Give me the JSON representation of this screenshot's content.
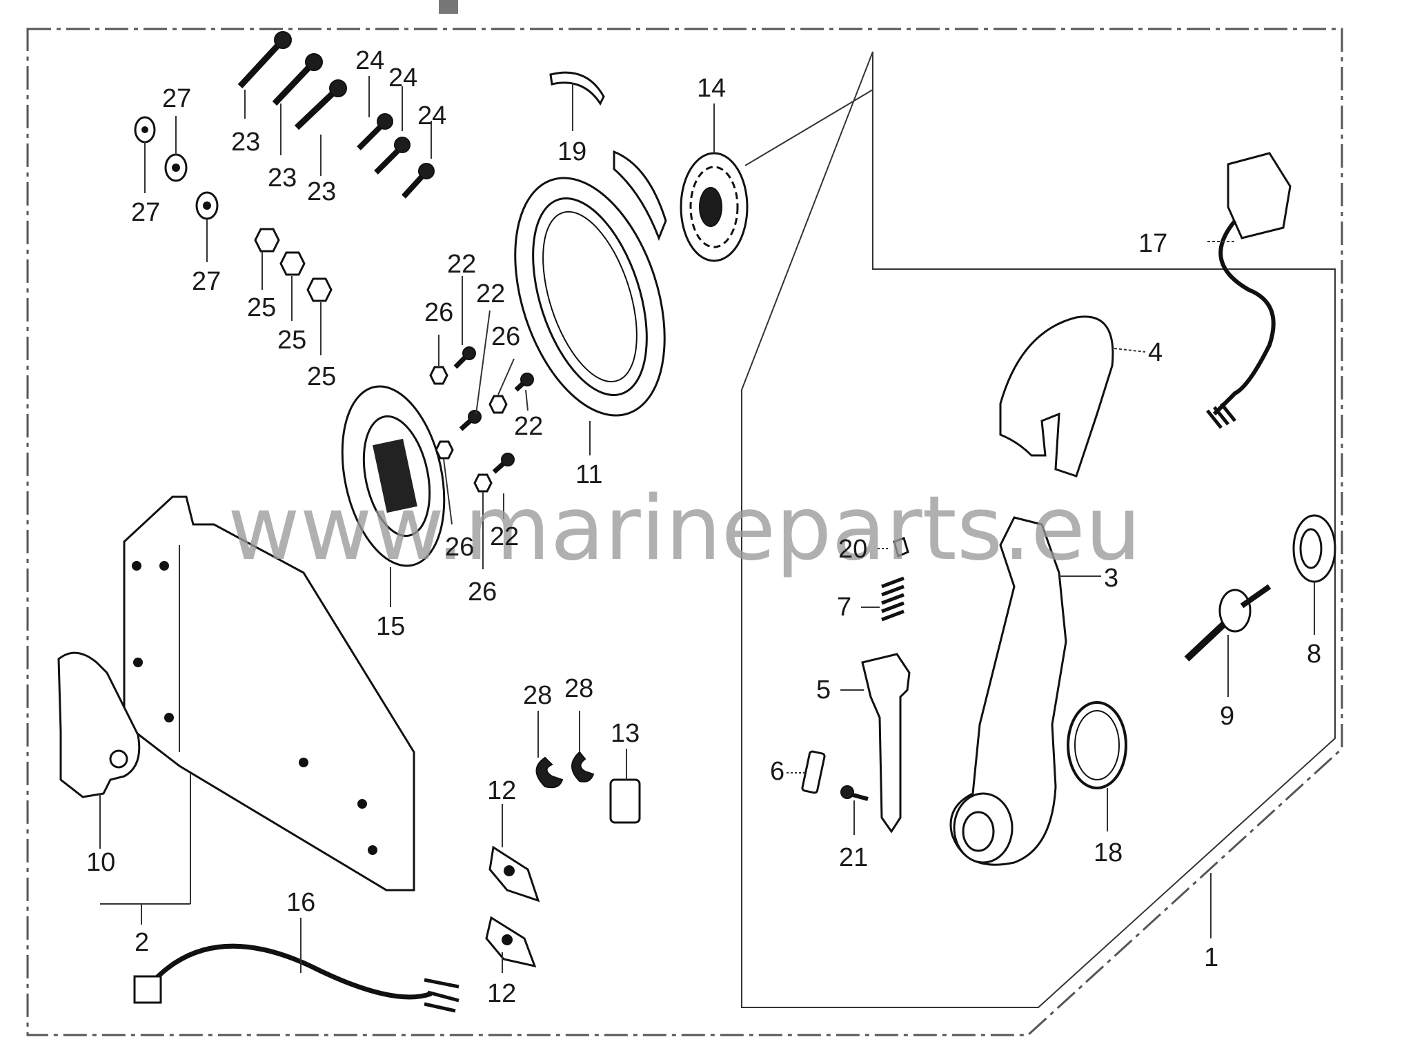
{
  "watermark": "www.marineparts.eu",
  "callouts": {
    "c1": "1",
    "c2": "2",
    "c3": "3",
    "c4": "4",
    "c5": "5",
    "c6": "6",
    "c7": "7",
    "c8": "8",
    "c9": "9",
    "c10": "10",
    "c11": "11",
    "c12a": "12",
    "c12b": "12",
    "c13": "13",
    "c14": "14",
    "c15": "15",
    "c16": "16",
    "c17": "17",
    "c18": "18",
    "c19": "19",
    "c20": "20",
    "c21": "21",
    "c22a": "22",
    "c22b": "22",
    "c22c": "22",
    "c22d": "22",
    "c23a": "23",
    "c23b": "23",
    "c23c": "23",
    "c24a": "24",
    "c24b": "24",
    "c24c": "24",
    "c25a": "25",
    "c25b": "25",
    "c25c": "25",
    "c26a": "26",
    "c26b": "26",
    "c26c": "26",
    "c26d": "26",
    "c27a": "27",
    "c27b": "27",
    "c27c": "27",
    "c28a": "28",
    "c28b": "28"
  }
}
